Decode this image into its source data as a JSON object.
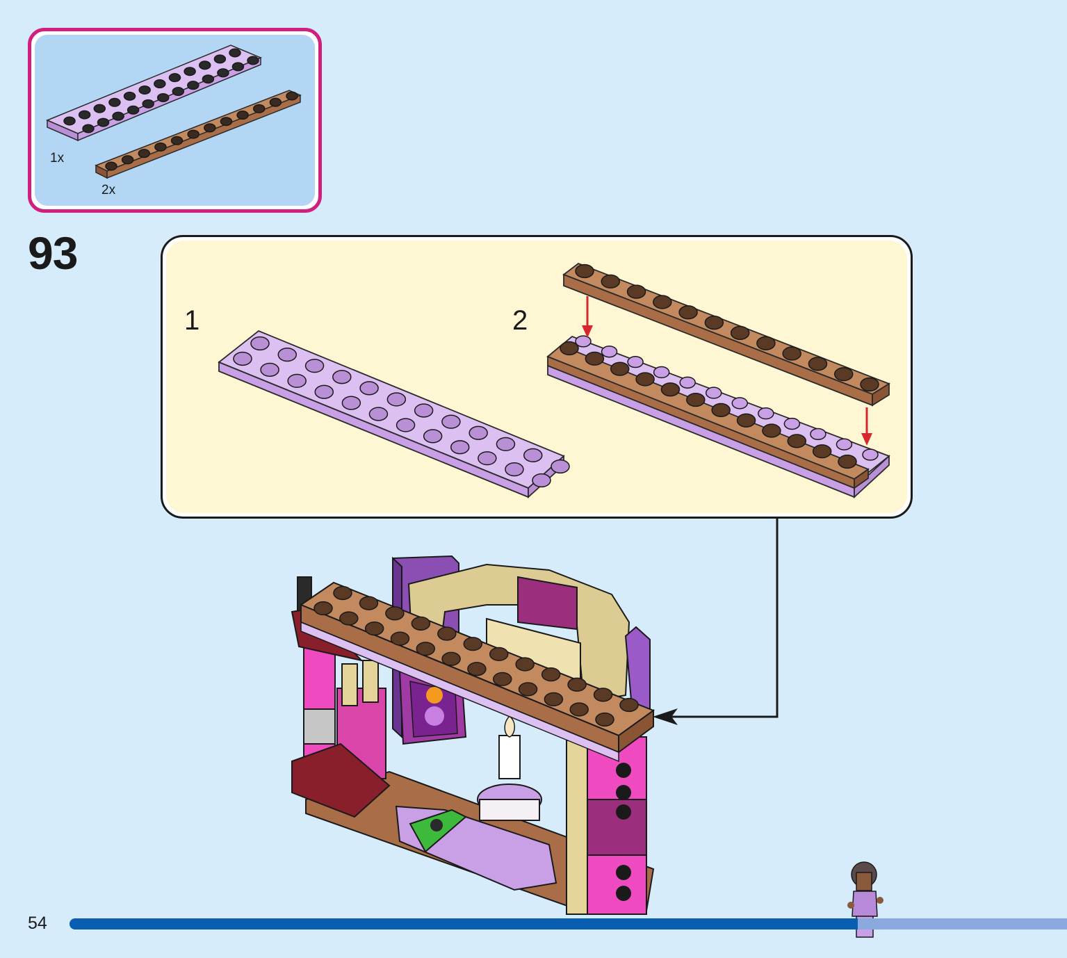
{
  "page": {
    "step_number": "93",
    "page_number": "54",
    "progress_fraction": 0.79
  },
  "parts_callout": {
    "items": [
      {
        "name": "lavender-plate-2x12",
        "quantity": "1x",
        "color": "#c9a0e6"
      },
      {
        "name": "brown-plate-1x12",
        "quantity": "2x",
        "color": "#a96e47"
      }
    ]
  },
  "substeps": [
    {
      "label": "1"
    },
    {
      "label": "2"
    }
  ],
  "colors": {
    "background": "#d6ecfb",
    "parts_border": "#d11f7e",
    "parts_fill": "#b2d6f3",
    "substep_fill": "#fff7d3",
    "progress": "#0a5eb2",
    "progress_track": "#8aa9de",
    "arrow": "#d7262e"
  }
}
